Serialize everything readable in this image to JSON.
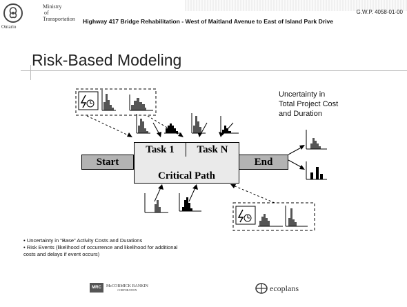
{
  "header": {
    "ministry_lines": [
      "Ministry",
      "of",
      "Transportation"
    ],
    "ontario_label": "Ontario",
    "doc_number": "G.W.P. 4058-01-00",
    "subtitle": "Highway 417 Bridge Rehabilitation - West of Maitland Avenue to East of Island Park Drive"
  },
  "slide": {
    "title": "Risk-Based Modeling"
  },
  "diagram": {
    "start_label": "Start",
    "end_label": "End",
    "task1_label": "Task 1",
    "taskn_label": "Task N",
    "critical_label": "Critical Path",
    "uncertainty_lines": [
      "Uncertainty in",
      "Total Project Cost",
      "and Duration"
    ]
  },
  "bullets": [
    "• Uncertainty in “Base” Activity Costs and Durations",
    "• Risk Events (likelihood of occurrence and likelihood for additional",
    "costs and delays if event occurs)"
  ],
  "footer": {
    "mrc_badge": "MRC",
    "mrc_name": "McCORMICK RANKIN",
    "mrc_sub": "CORPORATION",
    "eco_name": "ecoplans"
  }
}
